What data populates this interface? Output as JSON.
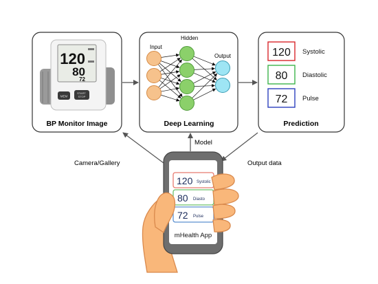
{
  "boxes": {
    "bp_monitor": {
      "label": "BP Monitor Image"
    },
    "deep_learning": {
      "label": "Deep Learning"
    },
    "prediction": {
      "label": "Prediction"
    }
  },
  "monitor": {
    "systolic": "120",
    "diastolic": "80",
    "pulse": "72",
    "button_left": "MEM",
    "button_right": "START\nSTOP"
  },
  "network": {
    "input_label": "Input",
    "hidden_label": "Hidden",
    "output_label": "Output"
  },
  "prediction": {
    "rows": [
      {
        "value": "120",
        "label": "Systolic",
        "color": "#d9262b"
      },
      {
        "value": "80",
        "label": "Diastolic",
        "color": "#3cb34a"
      },
      {
        "value": "72",
        "label": "Pulse",
        "color": "#2b3fbd"
      }
    ]
  },
  "arrows": {
    "camera_gallery": "Camera/Gallery",
    "model": "Model",
    "output_data": "Output data"
  },
  "phone": {
    "app_name": "mHealth App",
    "rows": [
      {
        "value": "120",
        "label": "Systolic",
        "color": "#e87a6f"
      },
      {
        "value": "80",
        "label": "Diasto",
        "color": "#6cc06b"
      },
      {
        "value": "72",
        "label": "Pulse",
        "color": "#5b8fd0"
      }
    ]
  },
  "colors": {
    "input_node": "#f6c28c",
    "hidden_node": "#8bd06a",
    "output_node": "#9ee5f4",
    "skin": "#f9b77a",
    "phone_body": "#6e6e6e"
  }
}
